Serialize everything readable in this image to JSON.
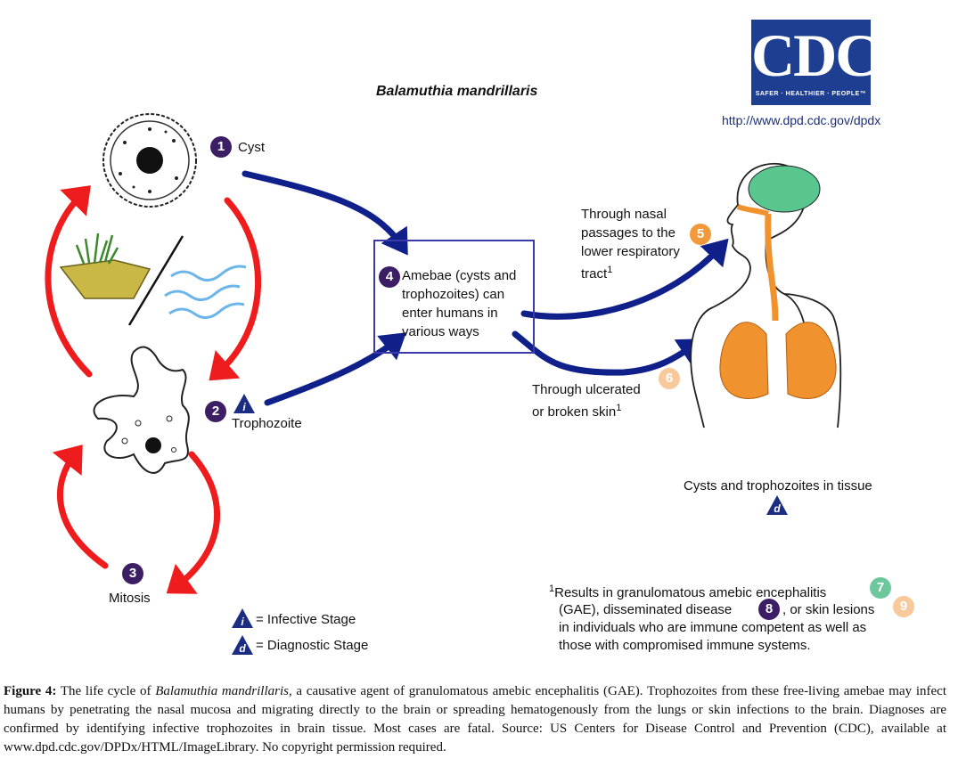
{
  "title": "Balamuthia mandrillaris",
  "logo": {
    "text": "CDC",
    "tagline": "SAFER · HEALTHIER · PEOPLE™",
    "color": "#1e3f91"
  },
  "url": "http://www.dpd.cdc.gov/dpdx",
  "stages": {
    "s1": {
      "num": "1",
      "label": "Cyst"
    },
    "s2": {
      "num": "2",
      "label": "Trophozoite",
      "marker": "i"
    },
    "s3": {
      "num": "3",
      "label": "Mitosis"
    },
    "s4": {
      "num": "4",
      "lines": [
        "Amebae (cysts and",
        "trophozoites) can",
        "enter humans in",
        "various ways"
      ]
    },
    "s5": {
      "num": "5",
      "lines": [
        "Through nasal",
        "passages to the",
        "lower respiratory",
        "tract"
      ],
      "sup": "1"
    },
    "s6": {
      "num": "6",
      "lines": [
        "Through ulcerated",
        "or broken skin"
      ],
      "sup": "1"
    },
    "tissue": {
      "label": "Cysts and trophozoites in tissue",
      "marker": "d"
    }
  },
  "legend": {
    "infective": {
      "marker": "i",
      "label": "= Infective Stage"
    },
    "diagnostic": {
      "marker": "d",
      "label": "= Diagnostic Stage"
    }
  },
  "footnote": {
    "sup": "1",
    "line1": "Results in granulomatous amebic encephalitis",
    "n7": "7",
    "line2a": "(GAE), disseminated disease",
    "n8": "8",
    "line2b": ", or skin lesions",
    "n9": "9",
    "line3": "in individuals who are immune competent as well as",
    "line4": "those with compromised immune systems."
  },
  "caption": {
    "label": "Figure 4:",
    "text1": " The life cycle of ",
    "species": "Balamuthia mandrillaris",
    "text2": ", a causative agent of granulomatous amebic encephalitis (GAE). Trophozoites from these free-living amebae may infect humans by penetrating the nasal mucosa and migrating directly to the brain or spreading hematogenously from the lungs or skin infections to the brain. Diagnoses are confirmed by identifying infective trophozoites in brain tissue. Most cases are fatal. Source: US Centers for Disease Control and Prevention (CDC), available at www.dpd.cdc.gov/DPDx/HTML/ImageLibrary. No copyright permission required."
  },
  "colors": {
    "cycle_arrow": "#ee1c1c",
    "route_arrow": "#10208a",
    "stage_badge": "#3b1e63",
    "nasal_badge": "#f29a3b",
    "skin_badge": "#f7c99b",
    "gae_badge": "#6cc79c",
    "brain": "#5ac68f",
    "lungs": "#f0922e"
  }
}
